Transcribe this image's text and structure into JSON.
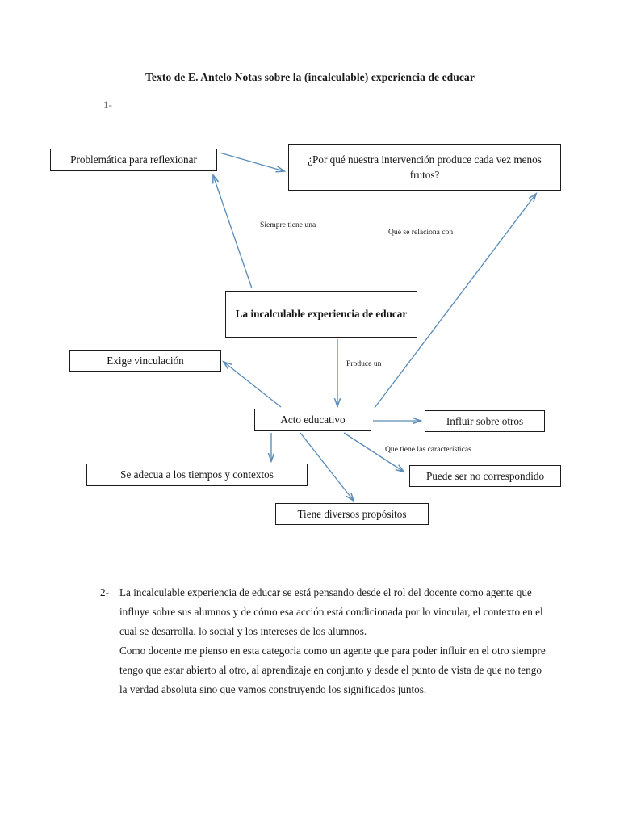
{
  "document": {
    "title": "Texto de E. Antelo Notas sobre la (incalculable) experiencia de educar",
    "section_marker_1": "1-",
    "section_marker_2": "2-"
  },
  "theme": {
    "page_background": "#ffffff",
    "text_color": "#141414",
    "box_border_color": "#1c1c1c",
    "arrow_color": "#5b8db8"
  },
  "diagram": {
    "nodes": {
      "problematica": "Problemática para reflexionar",
      "porque": "¿Por qué nuestra intervención produce cada vez menos frutos?",
      "central": "La incalculable experiencia de educar",
      "exige": "Exige vinculación",
      "acto": "Acto educativo",
      "influir": "Influir  sobre otros",
      "adecua": "Se adecua a los tiempos y contextos",
      "puede": "Puede ser no correspondido",
      "proposito": "Tiene diversos propósitos"
    },
    "edge_labels": {
      "siempre": "Siempre tiene una",
      "relaciona": "Qué se relaciona con",
      "produce": "Produce un",
      "caracteristicas": "Que tiene las características"
    }
  },
  "body": {
    "paragraph_1": "La incalculable experiencia de educar se está pensando desde el rol del docente como agente que influye sobre sus alumnos y de cómo esa acción está condicionada por lo vincular, el contexto en el cual se desarrolla, lo social y los intereses de los alumnos.",
    "paragraph_2": "Como docente me pienso en esta categoria como un agente que para poder influir en el otro siempre tengo que estar abierto al otro, al aprendizaje en conjunto y desde el punto de vista de que no tengo la verdad absoluta sino que vamos construyendo los significados juntos."
  }
}
